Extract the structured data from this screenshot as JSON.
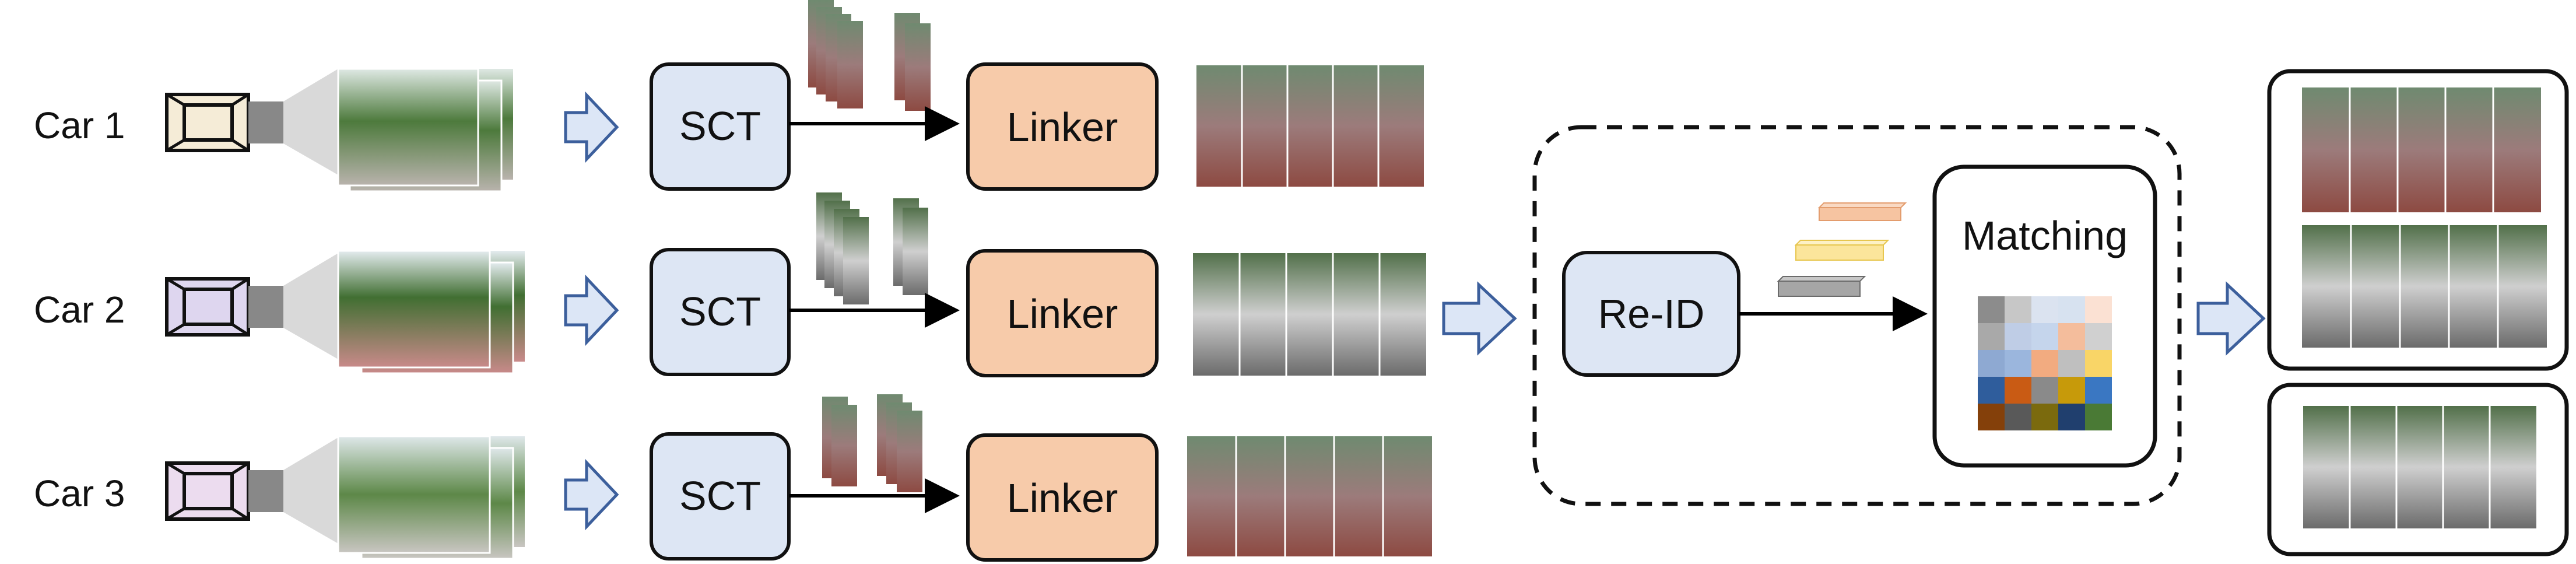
{
  "cars": [
    {
      "label": "Car 1",
      "camera_tint": "#f5ecd7"
    },
    {
      "label": "Car 2",
      "camera_tint": "#ded6ef"
    },
    {
      "label": "Car 3",
      "camera_tint": "#ecdcef"
    }
  ],
  "sct_label": "SCT",
  "linker_label": "Linker",
  "reid_label": "Re-ID",
  "matching_label": "Matching",
  "colors": {
    "sct_fill": "#dde6f4",
    "linker_fill": "#f7cbaa",
    "reid_fill": "#dde6f4",
    "arrow_fill": "#dce6f6",
    "arrow_stroke": "#3c5f9c",
    "feature_orange": "#f6c4a1",
    "feature_yellow": "#fbe59b",
    "feature_gray": "#a6a6a6"
  },
  "matching_grid": [
    [
      "#8c8c8c",
      "#c7c7c7",
      "#dbe3f0",
      "#d7e2f0",
      "#fbe1d3"
    ],
    [
      "#a9a9a9",
      "#bfcde6",
      "#c5d5ec",
      "#f4bd9c",
      "#d0d0d0"
    ],
    [
      "#8ea9d2",
      "#9bb6dd",
      "#f2ab80",
      "#bfbfbf",
      "#f9d567"
    ],
    [
      "#2f5d9c",
      "#c95b14",
      "#8a8a8a",
      "#c79a0a",
      "#3a77c2"
    ],
    [
      "#84400a",
      "#595959",
      "#7b6a0d",
      "#203f6e",
      "#4a7a35"
    ]
  ]
}
